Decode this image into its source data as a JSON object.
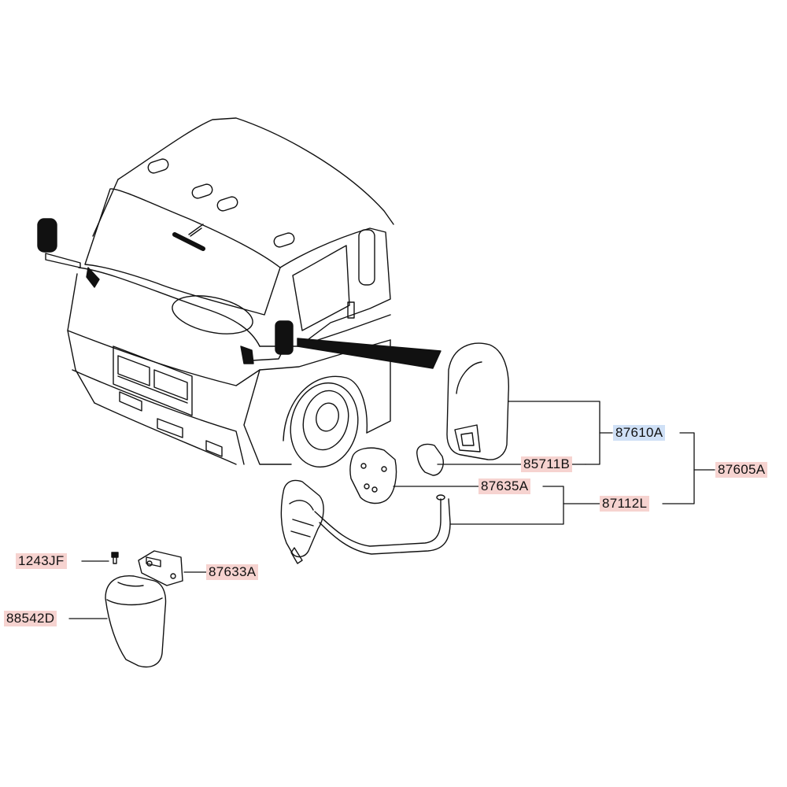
{
  "colors": {
    "label_highlight": "#f6d3d0",
    "label_selected": "#cfe0f6",
    "line": "#111111"
  },
  "labels": {
    "p87610A": "87610A",
    "p85711B": "85711B",
    "p87605A": "87605A",
    "p87635A": "87635A",
    "p87112L": "87112L",
    "p1243JF": "1243JF",
    "p87633A": "87633A",
    "p88542D": "88542D"
  },
  "selected_part": "87610A"
}
